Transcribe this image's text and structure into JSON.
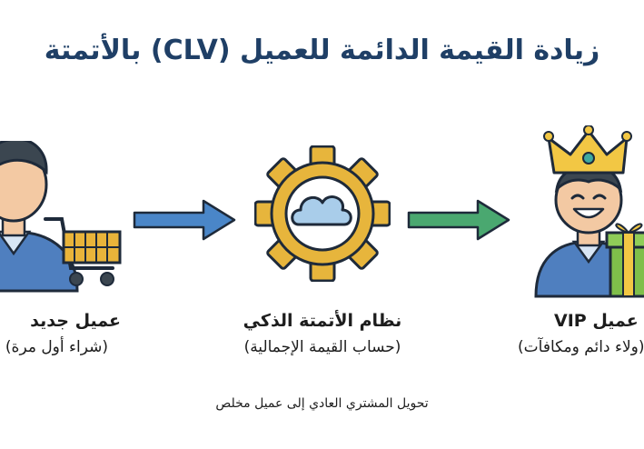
{
  "title": "زيادة القيمة الدائمة للعميل (CLV) بالأتمتة",
  "stages": [
    {
      "label": "عميل جديد",
      "sub": "(شراء أول مرة)"
    },
    {
      "label": "نظام الأتمتة الذكي",
      "sub": "(حساب القيمة الإجمالية)"
    },
    {
      "label": "عميل VIP",
      "sub": "(ولاء دائم ومكافآت)"
    }
  ],
  "caption": "تحويل المشتري العادي إلى عميل مخلص",
  "icons": [
    "customer-icon",
    "shopping-cart-icon",
    "gear-icon",
    "cloud-icon",
    "crown-icon",
    "gift-icon",
    "arrow-right-icon"
  ],
  "colors": {
    "title": "#1f3f66",
    "arrow_blue": "#4a86c8",
    "arrow_green": "#4aa870",
    "gear": "#e7b53c",
    "shirt": "#4f7fbf",
    "cart": "#e9b43a",
    "crown": "#f2c744",
    "gift": "#7fbf4a"
  }
}
